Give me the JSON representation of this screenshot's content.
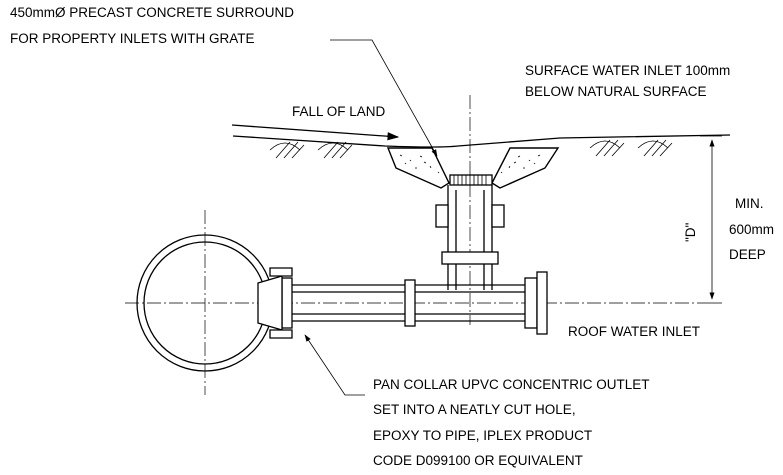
{
  "labels": {
    "surround_line1": "450mmØ PRECAST CONCRETE SURROUND",
    "surround_line2": "FOR PROPERTY INLETS WITH GRATE",
    "surface_inlet_line1": "SURFACE WATER INLET 100mm",
    "surface_inlet_line2": "BELOW NATURAL SURFACE",
    "fall_of_land": "FALL OF LAND",
    "dim_d": "\"D\"",
    "depth_line1": "MIN.",
    "depth_line2": "600mm",
    "depth_line3": "DEEP",
    "roof_inlet": "ROOF WATER INLET",
    "pan_collar_line1": "PAN COLLAR UPVC CONCENTRIC OUTLET",
    "pan_collar_line2": "SET INTO A NEATLY CUT HOLE,",
    "pan_collar_line3": "EPOXY TO PIPE, IPLEX PRODUCT",
    "pan_collar_line4": "CODE D099100 OR EQUIVALENT"
  }
}
